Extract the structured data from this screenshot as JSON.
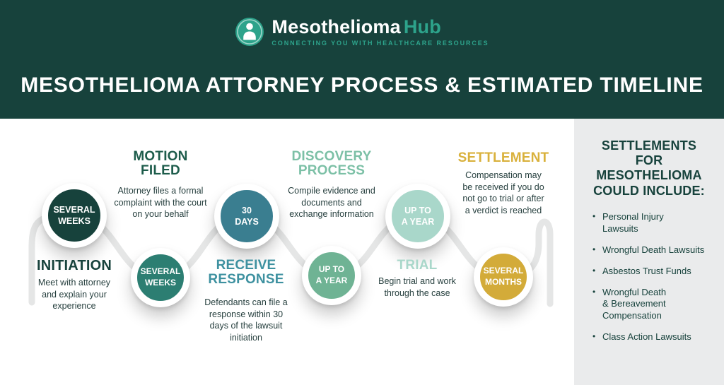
{
  "header": {
    "logo": {
      "brand_primary": "Mesothelioma",
      "brand_secondary": "Hub",
      "tagline": "CONNECTING YOU WITH HEALTHCARE RESOURCES"
    },
    "title": "MESOTHELIOMA ATTORNEY PROCESS & ESTIMATED TIMELINE",
    "colors": {
      "background": "#17423c",
      "brand_primary": "#ffffff",
      "brand_secondary": "#2da38b",
      "title": "#ffffff"
    }
  },
  "timeline": {
    "connector_color": "#e5e6e6",
    "steps": [
      {
        "order": 1,
        "badge": "SEVERAL\nWEEKS",
        "badge_color": "#17423c",
        "heading": "INITIATION",
        "heading_color": "#17423c",
        "description": "Meet with attorney and explain your experience"
      },
      {
        "order": 2,
        "heading": "MOTION\nFILED",
        "heading_color": "#1d5c4b",
        "description": "Attorney files a formal complaint with the court on your behalf",
        "badge": "SEVERAL\nWEEKS",
        "badge_color": "#2c7e72"
      },
      {
        "order": 3,
        "badge": "30\nDAYS",
        "badge_color": "#3a7e90",
        "heading": "RECEIVE\nRESPONSE",
        "heading_color": "#3e91a0",
        "description": "Defendants can file a response within 30 days of the lawsuit initiation"
      },
      {
        "order": 4,
        "heading": "DISCOVERY\nPROCESS",
        "heading_color": "#7cc0a6",
        "description": "Compile evidence and documents and exchange information",
        "badge": "UP TO\nA YEAR",
        "badge_color": "#6fb394"
      },
      {
        "order": 5,
        "badge": "UP TO\nA YEAR",
        "badge_color": "#a9d7ca",
        "heading": "TRIAL",
        "heading_color": "#a9d7ca",
        "description": "Begin trial and work through the case"
      },
      {
        "order": 6,
        "heading": "SETTLEMENT",
        "heading_color": "#d9b13c",
        "description": "Compensation may be received if you do not go to trial or after a verdict is reached",
        "badge": "SEVERAL\nMONTHS",
        "badge_color": "#d3ab39"
      }
    ]
  },
  "sidebar": {
    "heading": "SETTLEMENTS FOR\nMESOTHELIOMA\nCOULD INCLUDE:",
    "background": "#eaebec",
    "text_color": "#17423c",
    "items": [
      "Personal Injury\nLawsuits",
      "Wrongful Death Lawsuits",
      "Asbestos Trust Funds",
      "Wrongful Death\n& Bereavement\nCompensation",
      "Class Action Lawsuits"
    ]
  }
}
